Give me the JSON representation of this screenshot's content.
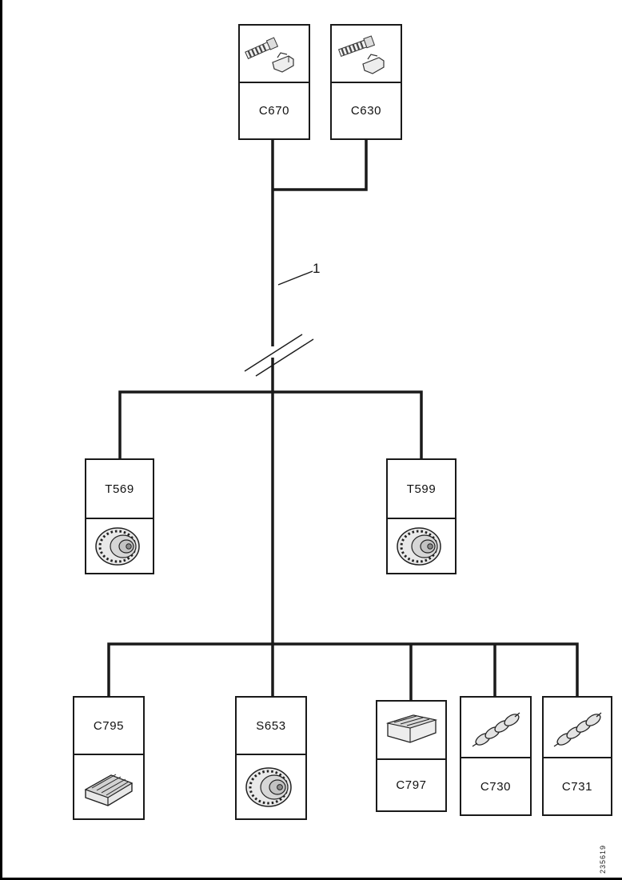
{
  "diagram": {
    "callout_1": "1",
    "doc_number": "235619",
    "colors": {
      "line": "#1a1a1a",
      "background": "#ffffff"
    },
    "boxes": {
      "c670": {
        "label": "C670",
        "icon": "terminal-pins-icon"
      },
      "c630": {
        "label": "C630",
        "icon": "terminal-pins-icon"
      },
      "t569": {
        "label": "T569",
        "icon": "round-connector-icon"
      },
      "t599": {
        "label": "T599",
        "icon": "round-connector-icon"
      },
      "c795": {
        "label": "C795",
        "icon": "plug-connector-icon"
      },
      "s653": {
        "label": "S653",
        "icon": "round-connector-icon"
      },
      "c797": {
        "label": "C797",
        "icon": "housing-connector-icon"
      },
      "c730": {
        "label": "C730",
        "icon": "twisted-wire-icon"
      },
      "c731": {
        "label": "C731",
        "icon": "twisted-wire-icon"
      }
    }
  }
}
